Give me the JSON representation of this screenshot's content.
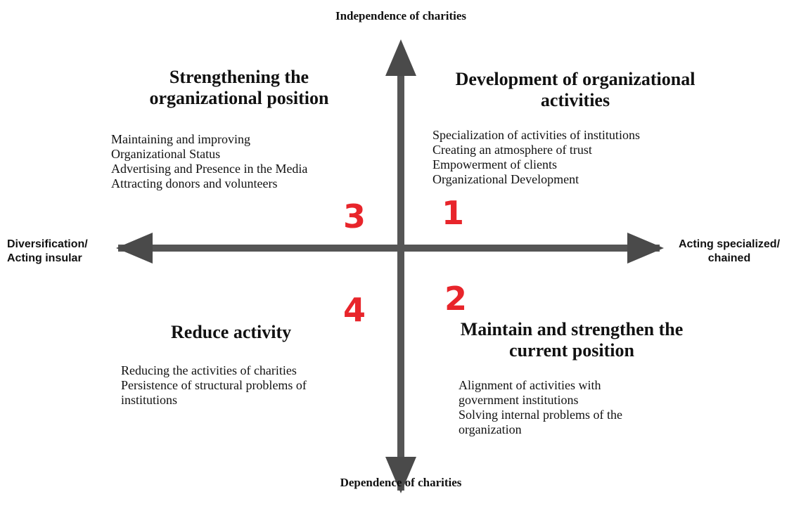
{
  "axes": {
    "top": "Independence of charities",
    "bottom": "Dependence of charities",
    "left": [
      "Diversification/",
      "Acting insular"
    ],
    "right": [
      "Acting specialized/",
      "chained"
    ]
  },
  "quadrants": [
    {
      "number": "1",
      "title": "Development of organizational activities",
      "items": [
        "Specialization of activities of institutions",
        "Creating an atmosphere of trust",
        "Empowerment of clients",
        "Organizational Development"
      ]
    },
    {
      "number": "2",
      "title": "Maintain and strengthen the current position",
      "items": [
        "Alignment of activities with",
        "government institutions",
        "Solving internal problems of  the",
        "organization"
      ]
    },
    {
      "number": "3",
      "title": "Strengthening the organizational position",
      "items": [
        "Maintaining and improving",
        "Organizational Status",
        "Advertising and Presence in the Media",
        "Attracting donors and volunteers"
      ]
    },
    {
      "number": "4",
      "title": "Reduce activity",
      "items": [
        "Reducing the activities of charities",
        "Persistence of structural problems of",
        "institutions"
      ]
    }
  ],
  "colors": {
    "axis": "#555555",
    "number": "#e8252b",
    "text": "#111111"
  }
}
